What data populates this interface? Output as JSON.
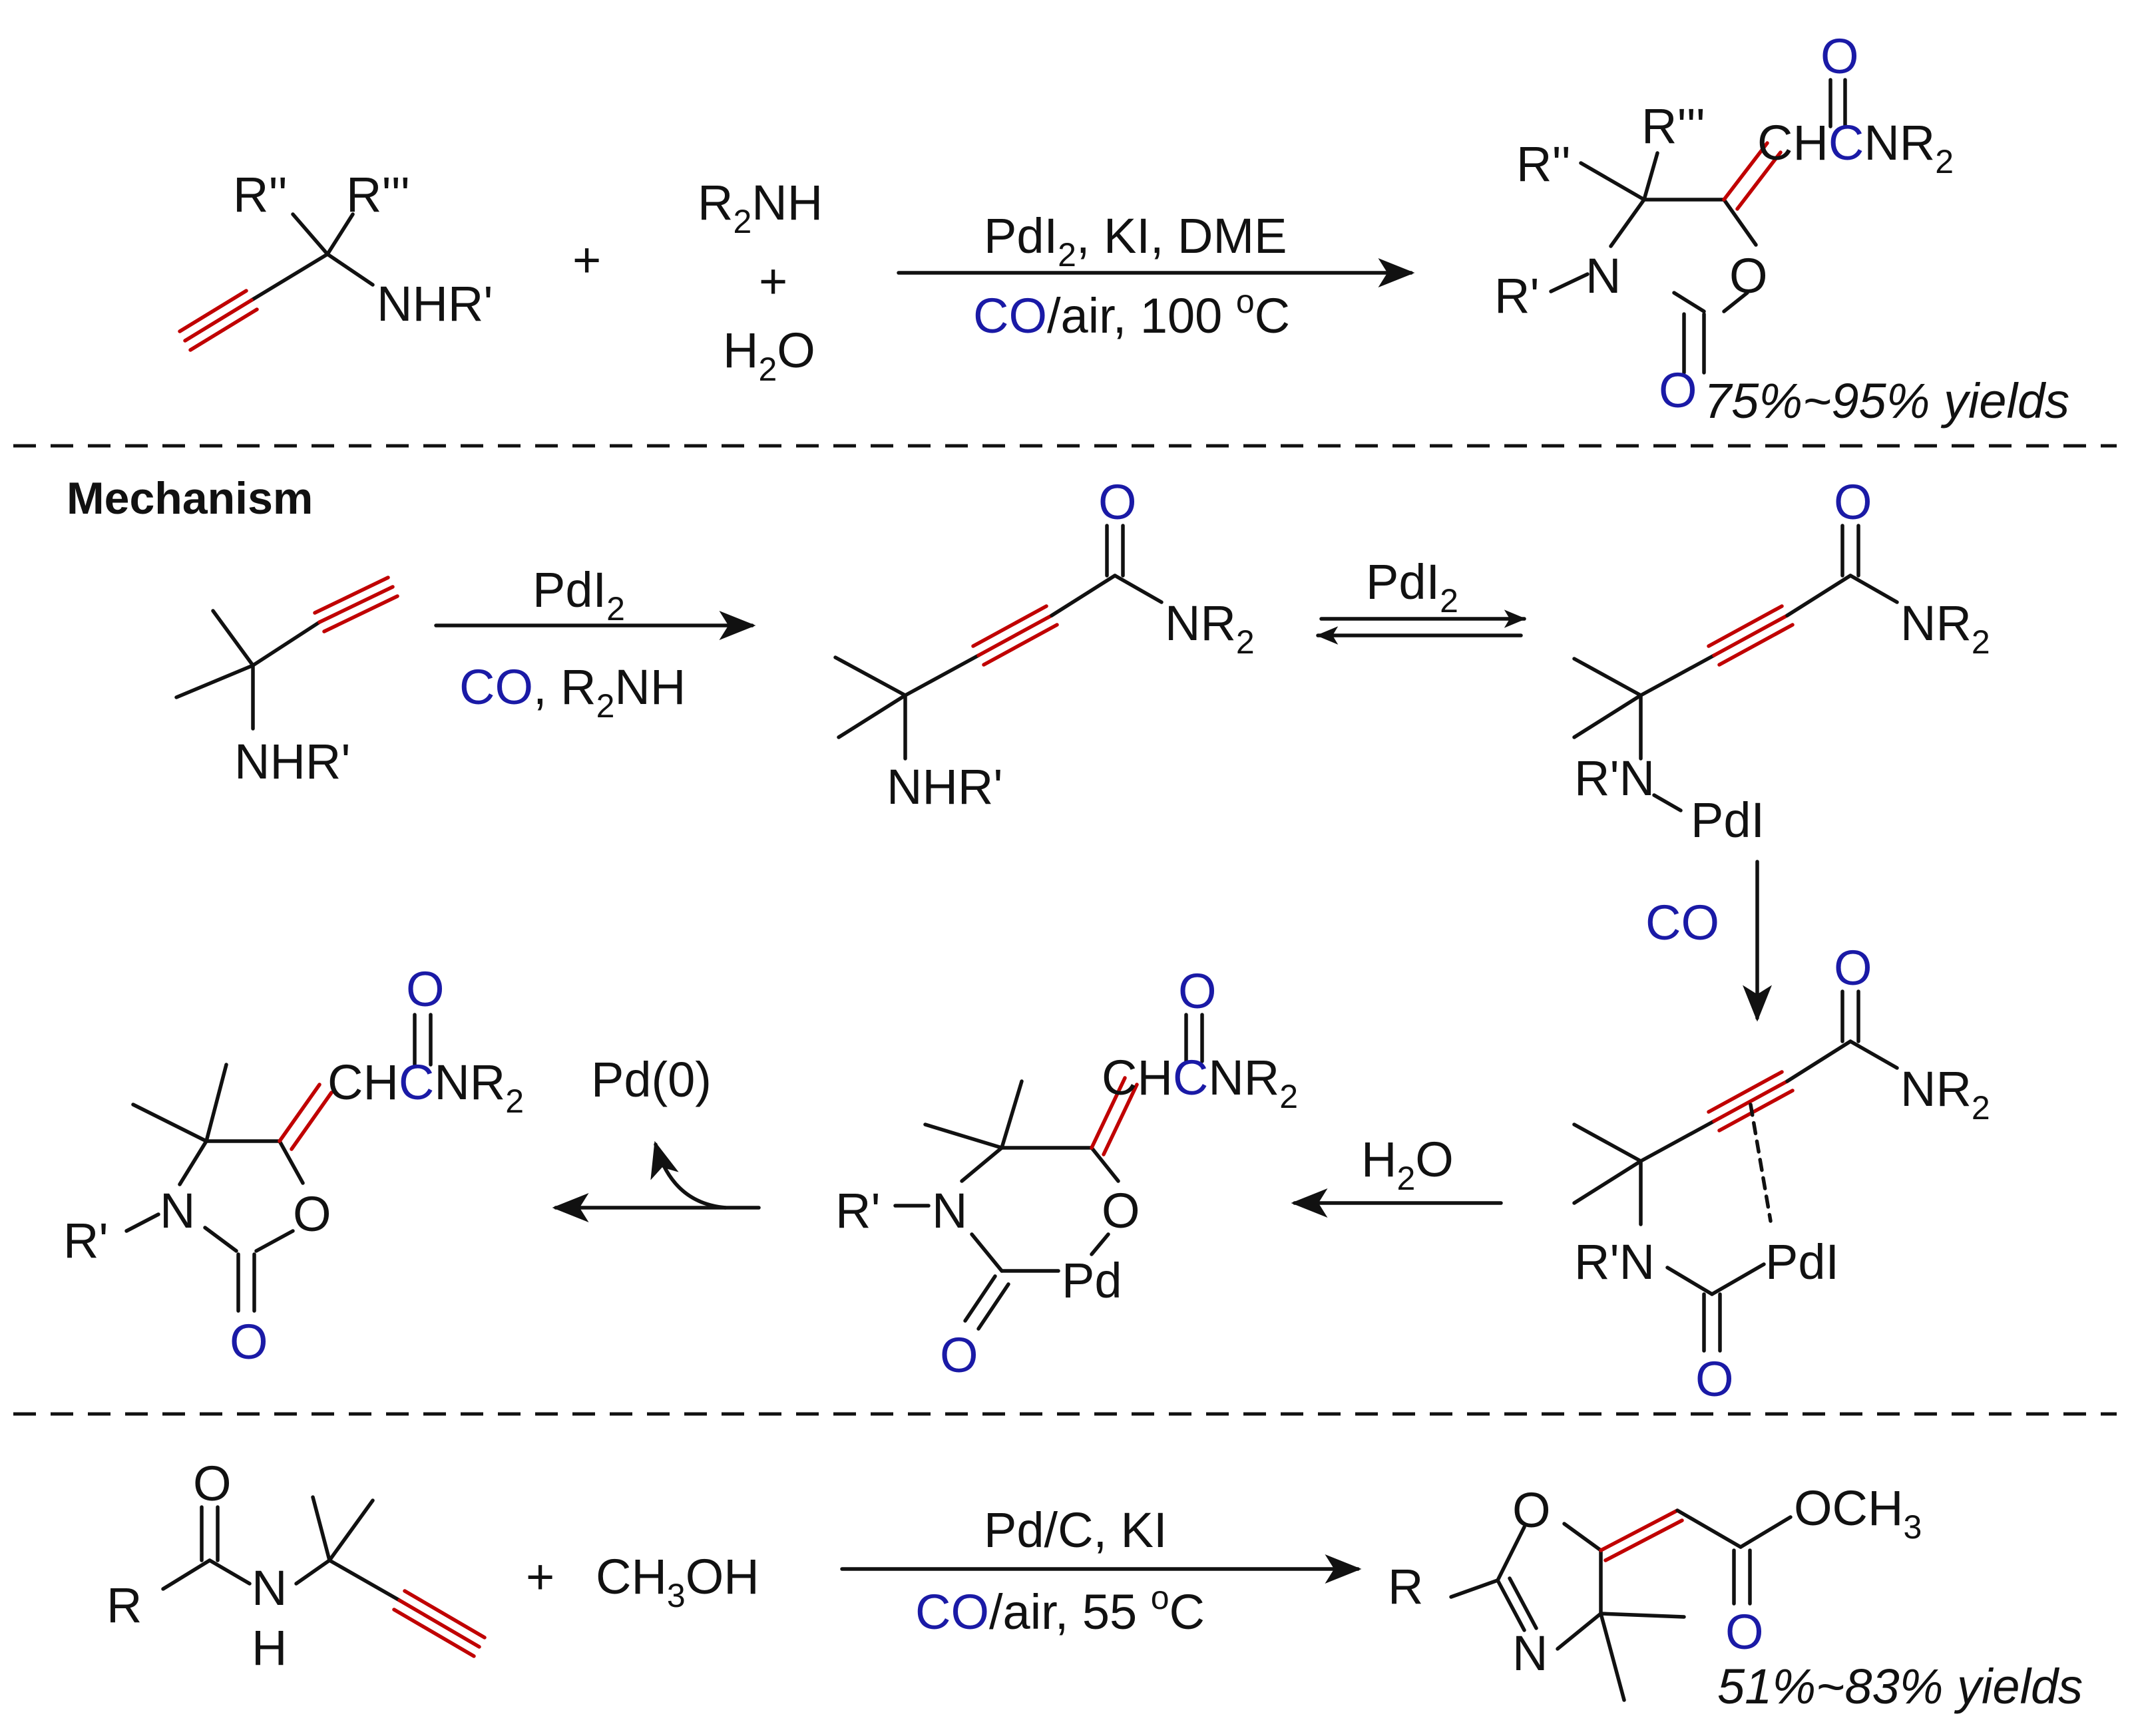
{
  "scheme1": {
    "substituents": {
      "r2": "R''",
      "r3": "R'''",
      "r1": "R'"
    },
    "amine_group": "NHR'",
    "plus": "+",
    "reagent_top": "R",
    "reagent_top_tail": "NH",
    "reagent_bottom": "H",
    "reagent_bottom_tail": "O",
    "subscript_2": "2",
    "arrow_top": "PdI",
    "arrow_top_tail": ", KI, DME",
    "arrow_bottom_co": "CO",
    "arrow_bottom_rest": "/air, 100 ",
    "degree": "o",
    "celsius": "C",
    "product": {
      "ch": "CH",
      "c": "C",
      "nr": "NR",
      "n": "N",
      "o": "O"
    },
    "yield": "75%~95% yields"
  },
  "mechanism": {
    "heading": "Mechanism",
    "step1_top": "PdI",
    "step1_bottom_co": "CO",
    "step1_bottom_rest": ", R",
    "nh": "NH",
    "nhr": "NHR'",
    "nr": "NR",
    "eq_label": "PdI",
    "rn": "R'N",
    "pdi": "PdI",
    "co": "CO",
    "h2o": "H",
    "h2o_tail": "O",
    "pd": "Pd",
    "pd0": "Pd(0)",
    "rdash": "R'",
    "n": "N",
    "o": "O",
    "ch": "CH",
    "c": "C",
    "subscript_2": "2"
  },
  "scheme3": {
    "r": "R",
    "n": "N",
    "h": "H",
    "o": "O",
    "plus": "+",
    "methanol_a": "CH",
    "methanol_b": "OH",
    "subscript_3": "3",
    "arrow_top": "Pd/C, KI",
    "arrow_bottom_co": "CO",
    "arrow_bottom_rest": "/air, 55 ",
    "degree": "o",
    "celsius": "C",
    "och": "OCH",
    "yield": "51%~83% yields"
  },
  "colors": {
    "carbonyl_blue": "#1a1aa6",
    "triple_bond_red": "#c00000",
    "ink": "#111111"
  }
}
